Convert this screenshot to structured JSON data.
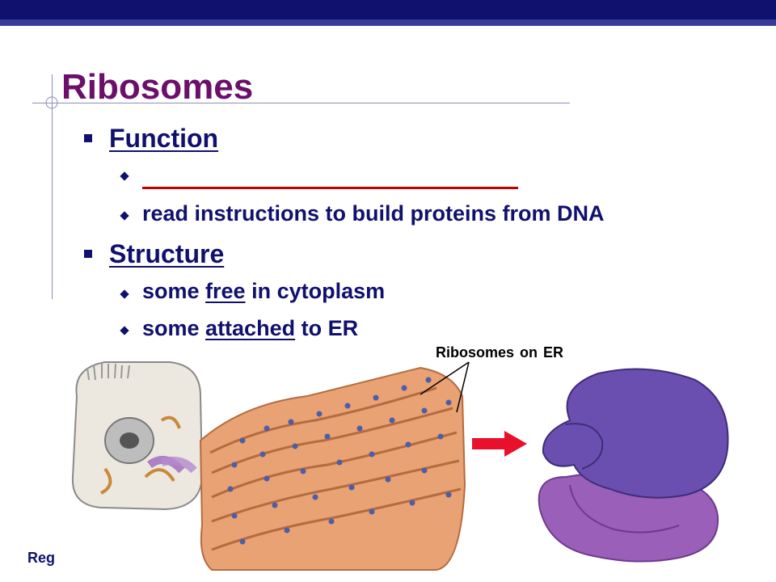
{
  "slide": {
    "title": "Ribosomes",
    "sections": [
      {
        "heading": "Function",
        "items": [
          {
            "text": ""
          },
          {
            "text": "read instructions to build proteins from DNA"
          }
        ]
      },
      {
        "heading": "Structure",
        "items": [
          {
            "pre": "some ",
            "em": "free",
            "post": " in cytoplasm"
          },
          {
            "pre": "some ",
            "em": "attached",
            "post": " to ER"
          }
        ]
      }
    ],
    "figure_label": "Ribosomes on ER",
    "footer": "Reg"
  },
  "colors": {
    "title": "#6b0f6b",
    "text": "#10106e",
    "blank_line": "#c00000",
    "arrow": "#e8102a",
    "ribosome_large": "#6a4fb0",
    "ribosome_small": "#9a5fb8",
    "er": "#e8a274"
  }
}
